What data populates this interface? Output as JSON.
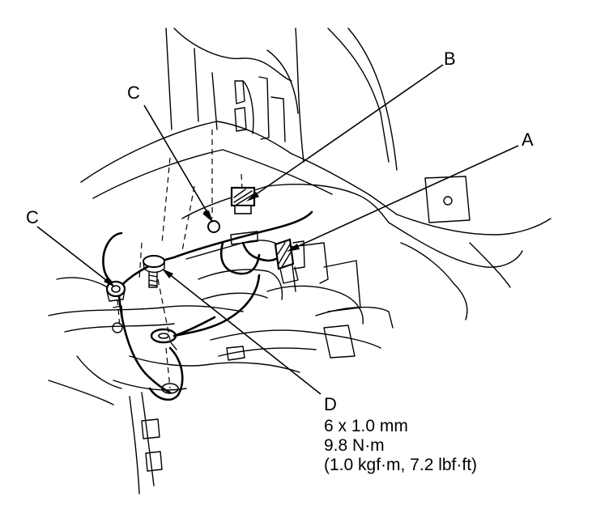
{
  "labels": {
    "a": "A",
    "b": "B",
    "c_upper": "C",
    "c_left": "C",
    "d": "D"
  },
  "spec": {
    "size": "6 x 1.0 mm",
    "torque": "9.8 N·m",
    "torque_alt": "(1.0 kgf·m, 7.2 lbf·ft)"
  }
}
